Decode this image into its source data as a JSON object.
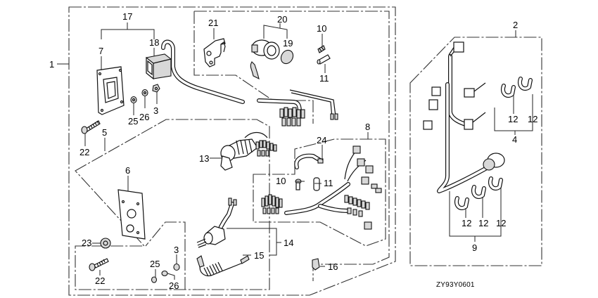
{
  "diagram": {
    "type": "exploded-parts-diagram",
    "drawing_code": "ZY93Y0601",
    "callouts": [
      {
        "id": "1",
        "label": "1",
        "part": "switch-panel-assembly"
      },
      {
        "id": "2",
        "label": "2",
        "part": "wire-harness-assembly"
      },
      {
        "id": "3a",
        "label": "3",
        "part": "nut"
      },
      {
        "id": "3b",
        "label": "3",
        "part": "nut"
      },
      {
        "id": "4",
        "label": "4",
        "part": "harness-sub-assembly"
      },
      {
        "id": "5",
        "label": "5",
        "part": "plate-assembly"
      },
      {
        "id": "6",
        "label": "6",
        "part": "mounting-plate"
      },
      {
        "id": "7",
        "label": "7",
        "part": "switch-bezel"
      },
      {
        "id": "8",
        "label": "8",
        "part": "main-wire-harness"
      },
      {
        "id": "9",
        "label": "9",
        "part": "harness-clamp-set"
      },
      {
        "id": "10a",
        "label": "10",
        "part": "screw"
      },
      {
        "id": "10b",
        "label": "10",
        "part": "screw"
      },
      {
        "id": "11a",
        "label": "11",
        "part": "collar"
      },
      {
        "id": "11b",
        "label": "11",
        "part": "collar"
      },
      {
        "id": "12a",
        "label": "12",
        "part": "clamp"
      },
      {
        "id": "12b",
        "label": "12",
        "part": "clamp"
      },
      {
        "id": "12c",
        "label": "12",
        "part": "clamp"
      },
      {
        "id": "12d",
        "label": "12",
        "part": "clamp"
      },
      {
        "id": "12e",
        "label": "12",
        "part": "clamp"
      },
      {
        "id": "13",
        "label": "13",
        "part": "ignition-switch"
      },
      {
        "id": "14",
        "label": "14",
        "part": "emergency-stop-switch-assembly"
      },
      {
        "id": "15",
        "label": "15",
        "part": "lanyard-cord"
      },
      {
        "id": "16",
        "label": "16",
        "part": "clip"
      },
      {
        "id": "17",
        "label": "17",
        "part": "switch-assembly"
      },
      {
        "id": "18",
        "label": "18",
        "part": "rocker-switch"
      },
      {
        "id": "19",
        "label": "19",
        "part": "buzzer-cover"
      },
      {
        "id": "20",
        "label": "20",
        "part": "buzzer-assembly"
      },
      {
        "id": "21",
        "label": "21",
        "part": "bracket"
      },
      {
        "id": "22a",
        "label": "22",
        "part": "tapping-screw"
      },
      {
        "id": "22b",
        "label": "22",
        "part": "tapping-screw"
      },
      {
        "id": "23",
        "label": "23",
        "part": "nut"
      },
      {
        "id": "24",
        "label": "24",
        "part": "harness-band"
      },
      {
        "id": "25a",
        "label": "25",
        "part": "washer"
      },
      {
        "id": "25b",
        "label": "25",
        "part": "washer"
      },
      {
        "id": "26a",
        "label": "26",
        "part": "washer"
      },
      {
        "id": "26b",
        "label": "26",
        "part": "washer"
      }
    ]
  }
}
